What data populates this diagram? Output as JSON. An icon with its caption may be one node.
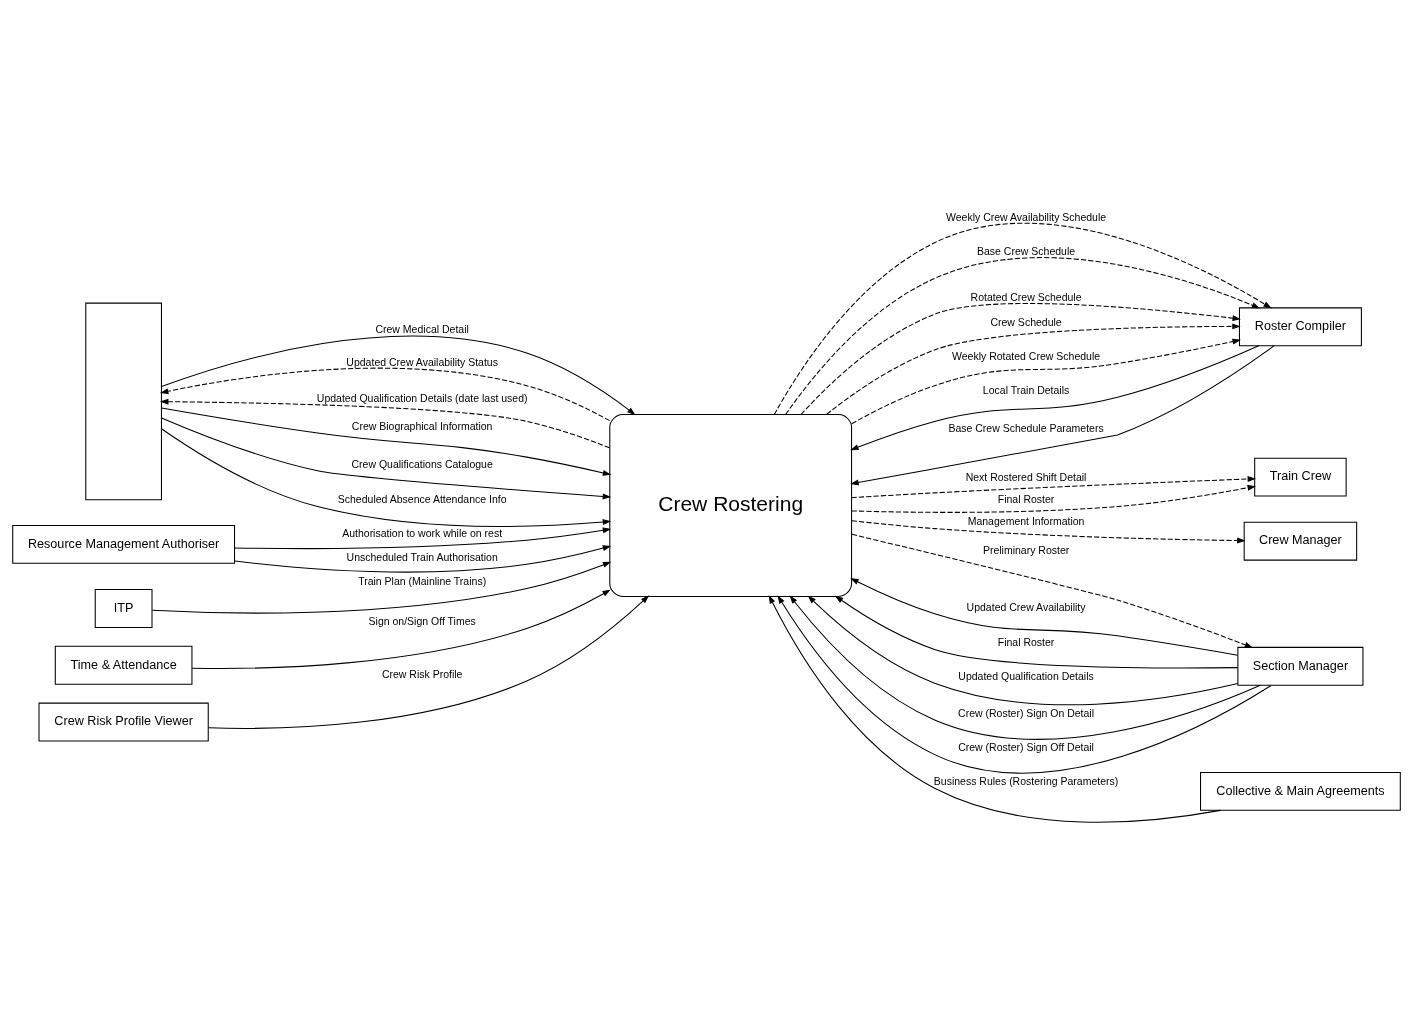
{
  "diagram": {
    "nodes": [
      {
        "text": [
          "Crew Rostering"
        ]
      },
      {
        "text": [
          "Resource Management Authoriser"
        ]
      },
      {
        "text": [
          "ITP"
        ]
      },
      {
        "text": [
          "Time & Attendance"
        ]
      },
      {
        "text": [],
        "shape": "box"
      },
      {
        "text": [
          "Roster Compiler"
        ]
      },
      {
        "text": [
          "Section Manager"
        ]
      },
      {
        "text": [
          "Collective & Main Agreements"
        ]
      },
      {
        "text": [
          "Crew Risk Profile Viewer"
        ]
      },
      {
        "text": [
          "Train Crew"
        ]
      },
      {
        "text": [
          "Crew Manager"
        ]
      }
    ],
    "edges": [
      {
        "from": 1,
        "to": 0,
        "arrow": "to",
        "label": "Authorisation to work while on rest"
      },
      {
        "from": 1,
        "to": 0,
        "arrow": "to",
        "label": "Unscheduled Train Authorisation"
      },
      {
        "from": 2,
        "to": 0,
        "arrow": "to",
        "label": "Train Plan (Mainline Trains)"
      },
      {
        "from": 3,
        "to": 0,
        "arrow": "to",
        "label": "Sign on/Sign Off Times"
      },
      {
        "from": 5,
        "to": 0,
        "arrow": "to",
        "label": "Local Train Details"
      },
      {
        "from": 0,
        "to": 5,
        "arrow": "to",
        "label": "Weekly Crew Availability Schedule",
        "style": "dashed"
      },
      {
        "from": 5,
        "to": 0,
        "arrow": "to",
        "label": "Base Crew Schedule Parameters"
      },
      {
        "from": 0,
        "to": 5,
        "arrow": "to",
        "label": "Base Crew Schedule",
        "style": "dashed"
      },
      {
        "from": 0,
        "to": 5,
        "arrow": "to",
        "label": "Rotated Crew Schedule",
        "style": "dashed"
      },
      {
        "from": 0,
        "to": 5,
        "arrow": "to",
        "label": "Crew Schedule",
        "style": "dashed"
      },
      {
        "from": 0,
        "to": 5,
        "arrow": "to",
        "label": "Weekly Rotated Crew Schedule",
        "style": "dashed"
      },
      {
        "from": 0,
        "to": 6,
        "arrow": "to",
        "label": "Preliminary Roster",
        "style": "dashed"
      },
      {
        "from": 6,
        "to": 0,
        "arrow": "to",
        "label": "Updated Crew Availability"
      },
      {
        "from": 6,
        "to": 0,
        "arrow": "to",
        "label": "Final Roster"
      },
      {
        "from": 6,
        "to": 0,
        "arrow": "to",
        "label": "Updated Qualification Details"
      },
      {
        "from": 6,
        "to": 0,
        "arrow": "to",
        "label": "Crew (Roster) Sign On Detail"
      },
      {
        "from": 6,
        "to": 0,
        "arrow": "to",
        "label": "Crew (Roster) Sign Off Detail"
      },
      {
        "from": 7,
        "to": 0,
        "arrow": "to",
        "label": "Business Rules (Rostering Parameters)"
      },
      {
        "from": 0,
        "to": 10,
        "arrow": "to",
        "label": "Management Information",
        "style": "dashed"
      },
      {
        "from": 0,
        "to": 9,
        "arrow": "to",
        "label": "Next Rostered Shift Detail",
        "style": "dashed"
      },
      {
        "from": 0,
        "to": 9,
        "arrow": "to",
        "label": "Final Roster",
        "style": "dashed"
      },
      {
        "from": 8,
        "to": 0,
        "arrow": "to",
        "label": "Crew Risk Profile"
      },
      {
        "from": 4,
        "to": 0,
        "arrow": "to",
        "label": "Crew Biographical Information"
      },
      {
        "from": 0,
        "to": 4,
        "arrow": "to",
        "label": "Updated Crew Availability Status",
        "style": "dashed"
      },
      {
        "from": 4,
        "to": 0,
        "arrow": "to",
        "label": "Crew Qualifications Catalogue"
      },
      {
        "from": 0,
        "to": 4,
        "arrow": "to",
        "label": "Updated Qualification Details (date last used)",
        "style": "dashed"
      },
      {
        "from": 4,
        "to": 0,
        "arrow": "to",
        "label": "Scheduled Absence Attendance Info"
      },
      {
        "from": 4,
        "to": 0,
        "arrow": "to",
        "label": "Crew Medical Detail"
      }
    ]
  }
}
